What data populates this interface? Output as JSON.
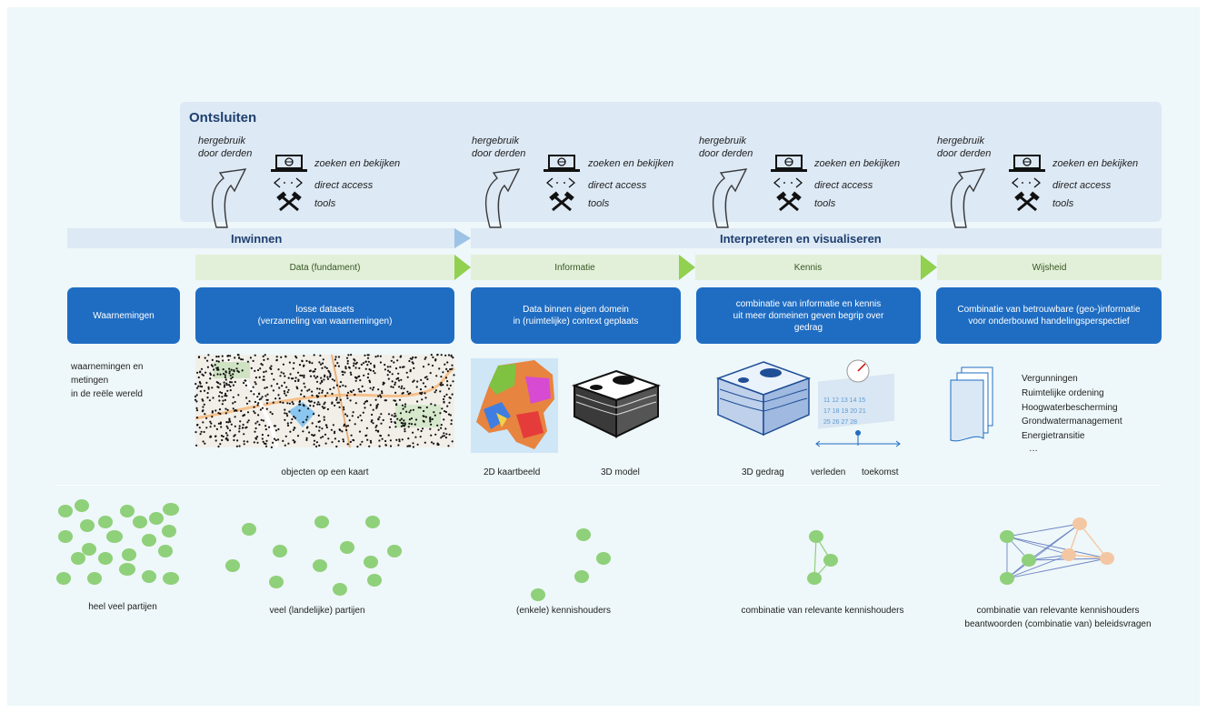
{
  "panel": {
    "title": "Ontsluiten",
    "reuse_label": "hergebruik\ndoor derden",
    "access": {
      "search": "zoeken en bekijken",
      "direct": "direct access",
      "tools": "tools"
    }
  },
  "phases": {
    "inwinnen": "Inwinnen",
    "interpreteren": "Interpreteren en visualiseren"
  },
  "stages": [
    "Data (fundament)",
    "Informatie",
    "Kennis",
    "Wijsheid"
  ],
  "boxes": [
    "Waarnemingen",
    "losse datasets\n(verzameling van waarnemingen)",
    "Data binnen eigen domein\nin (ruimtelijke) context geplaats",
    "combinatie van informatie en kennis\nuit meer domeinen geven begrip over\ngedrag",
    "Combinatie van betrouwbare (geo-)informatie\nvoor onderbouwd handelingsperspectief"
  ],
  "observations_text": "waarnemingen en\nmetingen\nin de reële wereld",
  "captions": {
    "map": "objecten op een kaart",
    "kaartbeeld": "2D kaartbeeld",
    "model3d": "3D model",
    "gedrag": "3D gedrag",
    "verleden": "verleden",
    "toekomst": "toekomst"
  },
  "applications": [
    "Vergunningen",
    "Ruimtelijke ordening",
    "Hoogwaterbescherming",
    "Grondwatermanagement",
    "Energietransitie",
    "…"
  ],
  "parties": [
    "heel veel partijen",
    "veel (landelijke) partijen",
    "(enkele) kennishouders",
    "combinatie van relevante kennishouders",
    "combinatie van relevante kennishouders\nbeantwoorden (combinatie van) beleidsvragen"
  ],
  "colors": {
    "background": "#eef7f9",
    "panel": "#dde9f5",
    "box_blue": "#1f6dc3",
    "stage_green": "#e2f0d9",
    "arrow_green": "#92d050",
    "dot_green": "#8fd07a",
    "dot_orange": "#f4c7a3",
    "title_blue": "#1f3f6e"
  },
  "icons": [
    "curved-arrow-icon",
    "laptop-globe-icon",
    "code-arrows-icon",
    "tools-icon",
    "document-stack-icon",
    "calendar-icon"
  ]
}
